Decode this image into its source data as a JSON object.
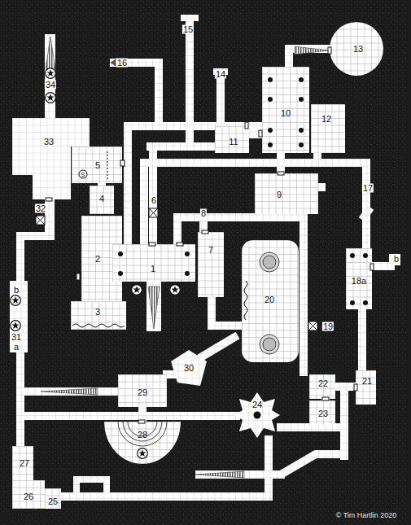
{
  "diagram": {
    "nodes": [
      {
        "text": [
          "13"
        ]
      },
      {
        "text": [
          "10"
        ]
      },
      {
        "text": [
          "12"
        ]
      },
      {
        "text": [
          "11"
        ]
      },
      {
        "text": [
          "33"
        ]
      },
      {
        "text": [
          "5"
        ]
      },
      {
        "text": [
          "9"
        ]
      },
      {
        "text": [
          "4"
        ]
      },
      {
        "text": [
          "2"
        ]
      },
      {
        "text": [
          "1"
        ]
      },
      {
        "text": [
          "7"
        ]
      },
      {
        "text": [
          "18a"
        ]
      },
      {
        "text": [
          "20"
        ]
      },
      {
        "text": [
          "3"
        ]
      },
      {
        "text": [
          "30"
        ]
      },
      {
        "text": [
          "29"
        ]
      },
      {
        "text": [
          "22"
        ]
      },
      {
        "text": [
          "21"
        ]
      },
      {
        "text": [
          "24"
        ]
      },
      {
        "text": [
          "23"
        ]
      },
      {
        "text": [
          "28"
        ]
      },
      {
        "text": [
          "27"
        ]
      },
      {
        "text": [
          "26"
        ]
      },
      {
        "text": [
          "25"
        ]
      }
    ],
    "labels": [
      "15",
      "16",
      "14",
      "34",
      "S",
      "17",
      "6",
      "32",
      "8",
      "b",
      "b",
      "31",
      "a",
      "19",
      "© Tim Hartlin 2020"
    ]
  }
}
